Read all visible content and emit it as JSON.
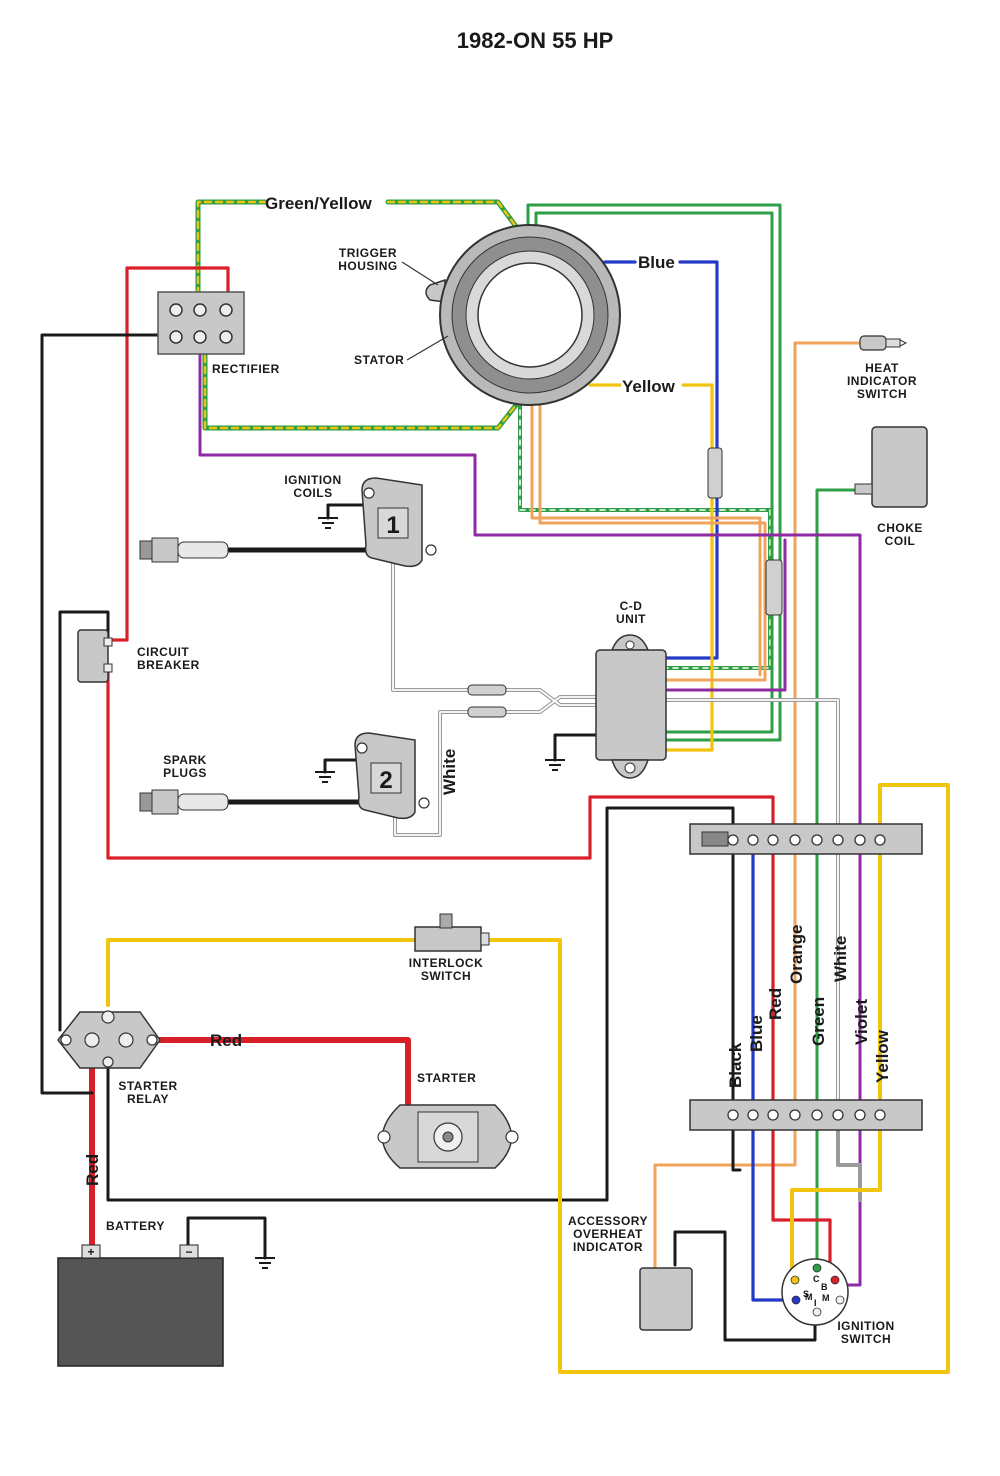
{
  "title": "1982-ON 55 HP",
  "components": {
    "trigger_housing": "TRIGGER\nHOUSING",
    "stator": "STATOR",
    "rectifier": "RECTIFIER",
    "ignition_coils": "IGNITION\nCOILS",
    "coil_1": "1",
    "coil_2": "2",
    "circuit_breaker": "CIRCUIT\nBREAKER",
    "spark_plugs": "SPARK\nPLUGS",
    "cd_unit": "C-D\nUNIT",
    "heat_indicator_switch": "HEAT\nINDICATOR\nSWITCH",
    "choke_coil": "CHOKE\nCOIL",
    "interlock_switch": "INTERLOCK\nSWITCH",
    "starter_relay": "STARTER\nRELAY",
    "starter": "STARTER",
    "battery": "BATTERY",
    "battery_pos": "+",
    "battery_neg": "−",
    "accessory_overheat_indicator": "ACCESSORY\nOVERHEAT\nINDICATOR",
    "ignition_switch": "IGNITION\nSWITCH",
    "ignition_switch_terminals": [
      "C",
      "S",
      "B",
      "M",
      "M",
      "I"
    ]
  },
  "wire_labels": {
    "green_yellow": "Green/Yellow",
    "blue": "Blue",
    "yellow": "Yellow",
    "white_coil": "White",
    "red_relay": "Red",
    "red_battery": "Red",
    "harness": [
      "Black",
      "Blue",
      "Red",
      "Orange",
      "Green",
      "White",
      "Violet",
      "Yellow"
    ]
  },
  "colors": {
    "green": "#2e9e47",
    "yellow": "#f1c40f",
    "blue": "#2439c7",
    "red": "#d7202a",
    "black": "#1a1a1a",
    "orange": "#f0a35a",
    "violet": "#8e2aa3",
    "white_wire": "#9a9a9a",
    "component_gray": "#c8c8c8"
  }
}
